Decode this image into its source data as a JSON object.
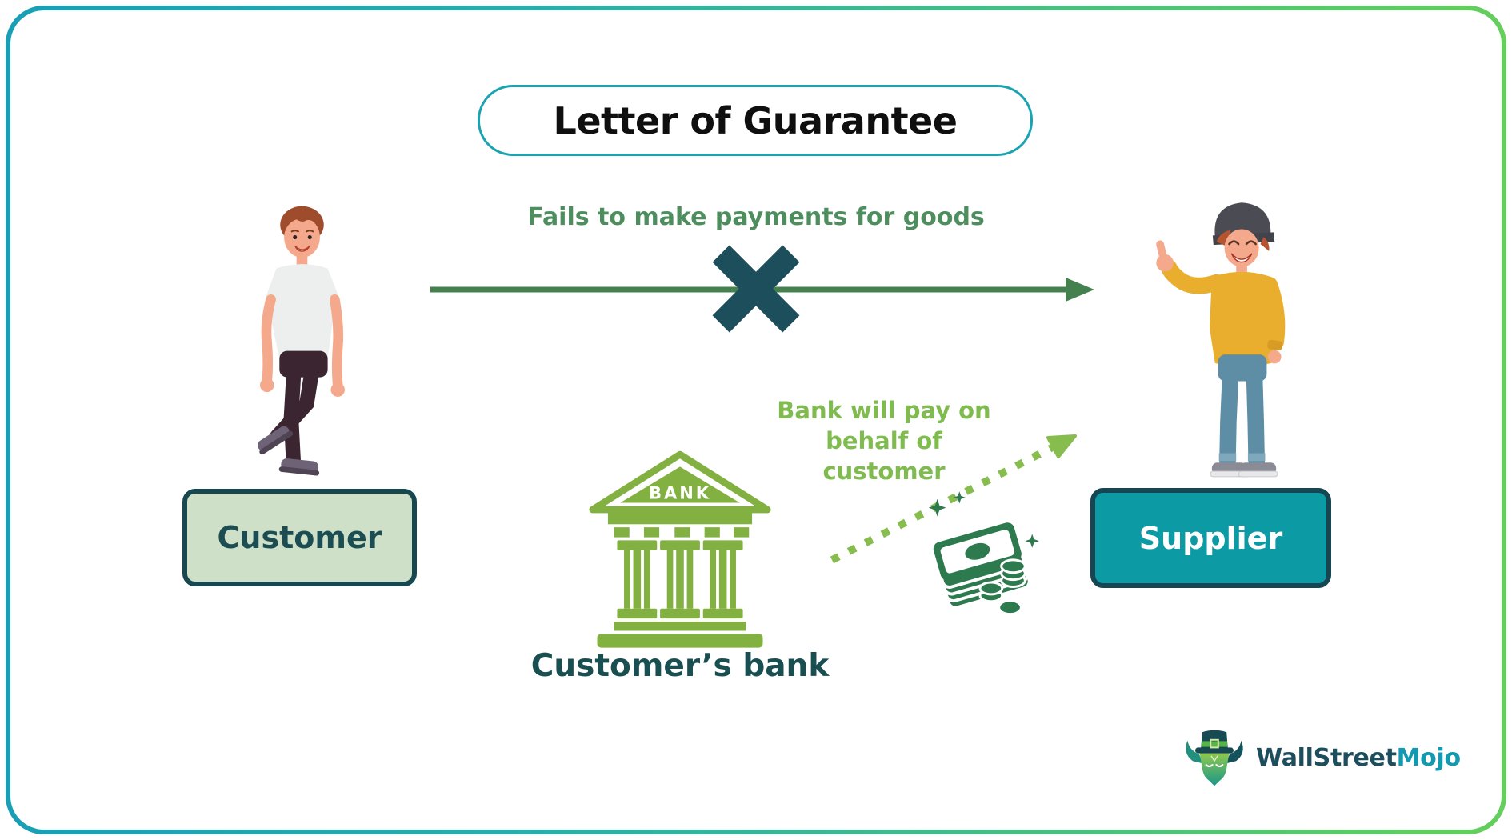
{
  "title": "Letter of Guarantee",
  "flows": {
    "fail_label": "Fails to make payments for goods",
    "pay_label_line1": "Bank will pay on",
    "pay_label_line2": "behalf of customer"
  },
  "entities": {
    "customer": {
      "label": "Customer"
    },
    "supplier": {
      "label": "Supplier"
    },
    "bank": {
      "label": "Customer’s bank",
      "building_sign": "BANK"
    }
  },
  "branding": {
    "name_part1": "WallStreet",
    "name_part2": "Mojo"
  },
  "icons": {
    "bank": "bank-building-icon",
    "money": "cash-stack-icon",
    "cross": "fail-cross-icon",
    "solid_arrow": "fail-arrow",
    "dotted_arrow": "dotted-pay-arrow",
    "customer_person": "customer-person-illustration",
    "supplier_person": "supplier-person-illustration",
    "logo_mascot": "bull-mascot-icon"
  },
  "colors": {
    "frame_gradient_start": "#189fb5",
    "frame_gradient_end": "#64cf5b",
    "title_border": "#1aa3b0",
    "arrow_green": "#44814e",
    "fail_text_green": "#4e8e5e",
    "cross_teal": "#1d4e5c",
    "light_green": "#7fbb4e",
    "bank_green": "#82b141",
    "money_green": "#2c7a4d",
    "customer_box_fill": "#cfe0c9",
    "customer_box_border": "#17484f",
    "customer_text": "#1b4d52",
    "supplier_box_fill": "#0c9aa4",
    "supplier_box_border": "#164652",
    "logo_dark": "#1d4e5e",
    "logo_cyan": "#139ab0"
  }
}
